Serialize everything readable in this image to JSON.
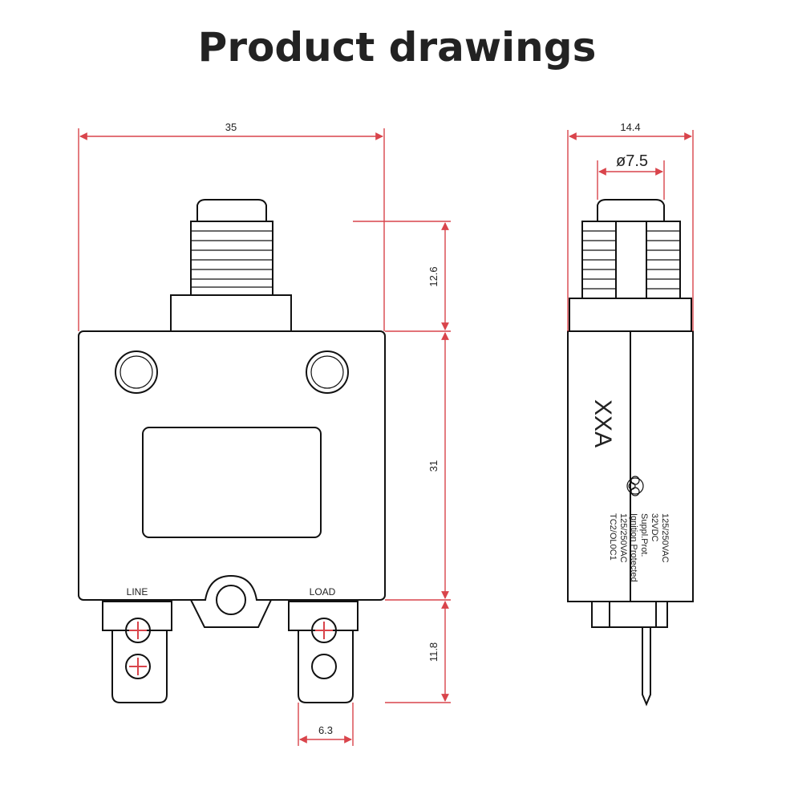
{
  "title": "Product drawings",
  "dimensions": {
    "width": "35",
    "button_height": "12.6",
    "body_height": "31",
    "terminal_length": "11.8",
    "terminal_width": "6.3",
    "side_width": "14.4",
    "button_diameter": "ø7.5"
  },
  "terminals": {
    "line": "LINE",
    "load": "LOAD"
  },
  "side_markings": {
    "model": "XXA",
    "lines": [
      "125/250VAC",
      "32VDC",
      "Suppl.Prot.",
      "Ignition Protected",
      "125/250VAC",
      "TC2/OL0C1"
    ]
  },
  "colors": {
    "dimension_lines": "#d9444b",
    "outline": "#111111",
    "title": "#222222"
  }
}
